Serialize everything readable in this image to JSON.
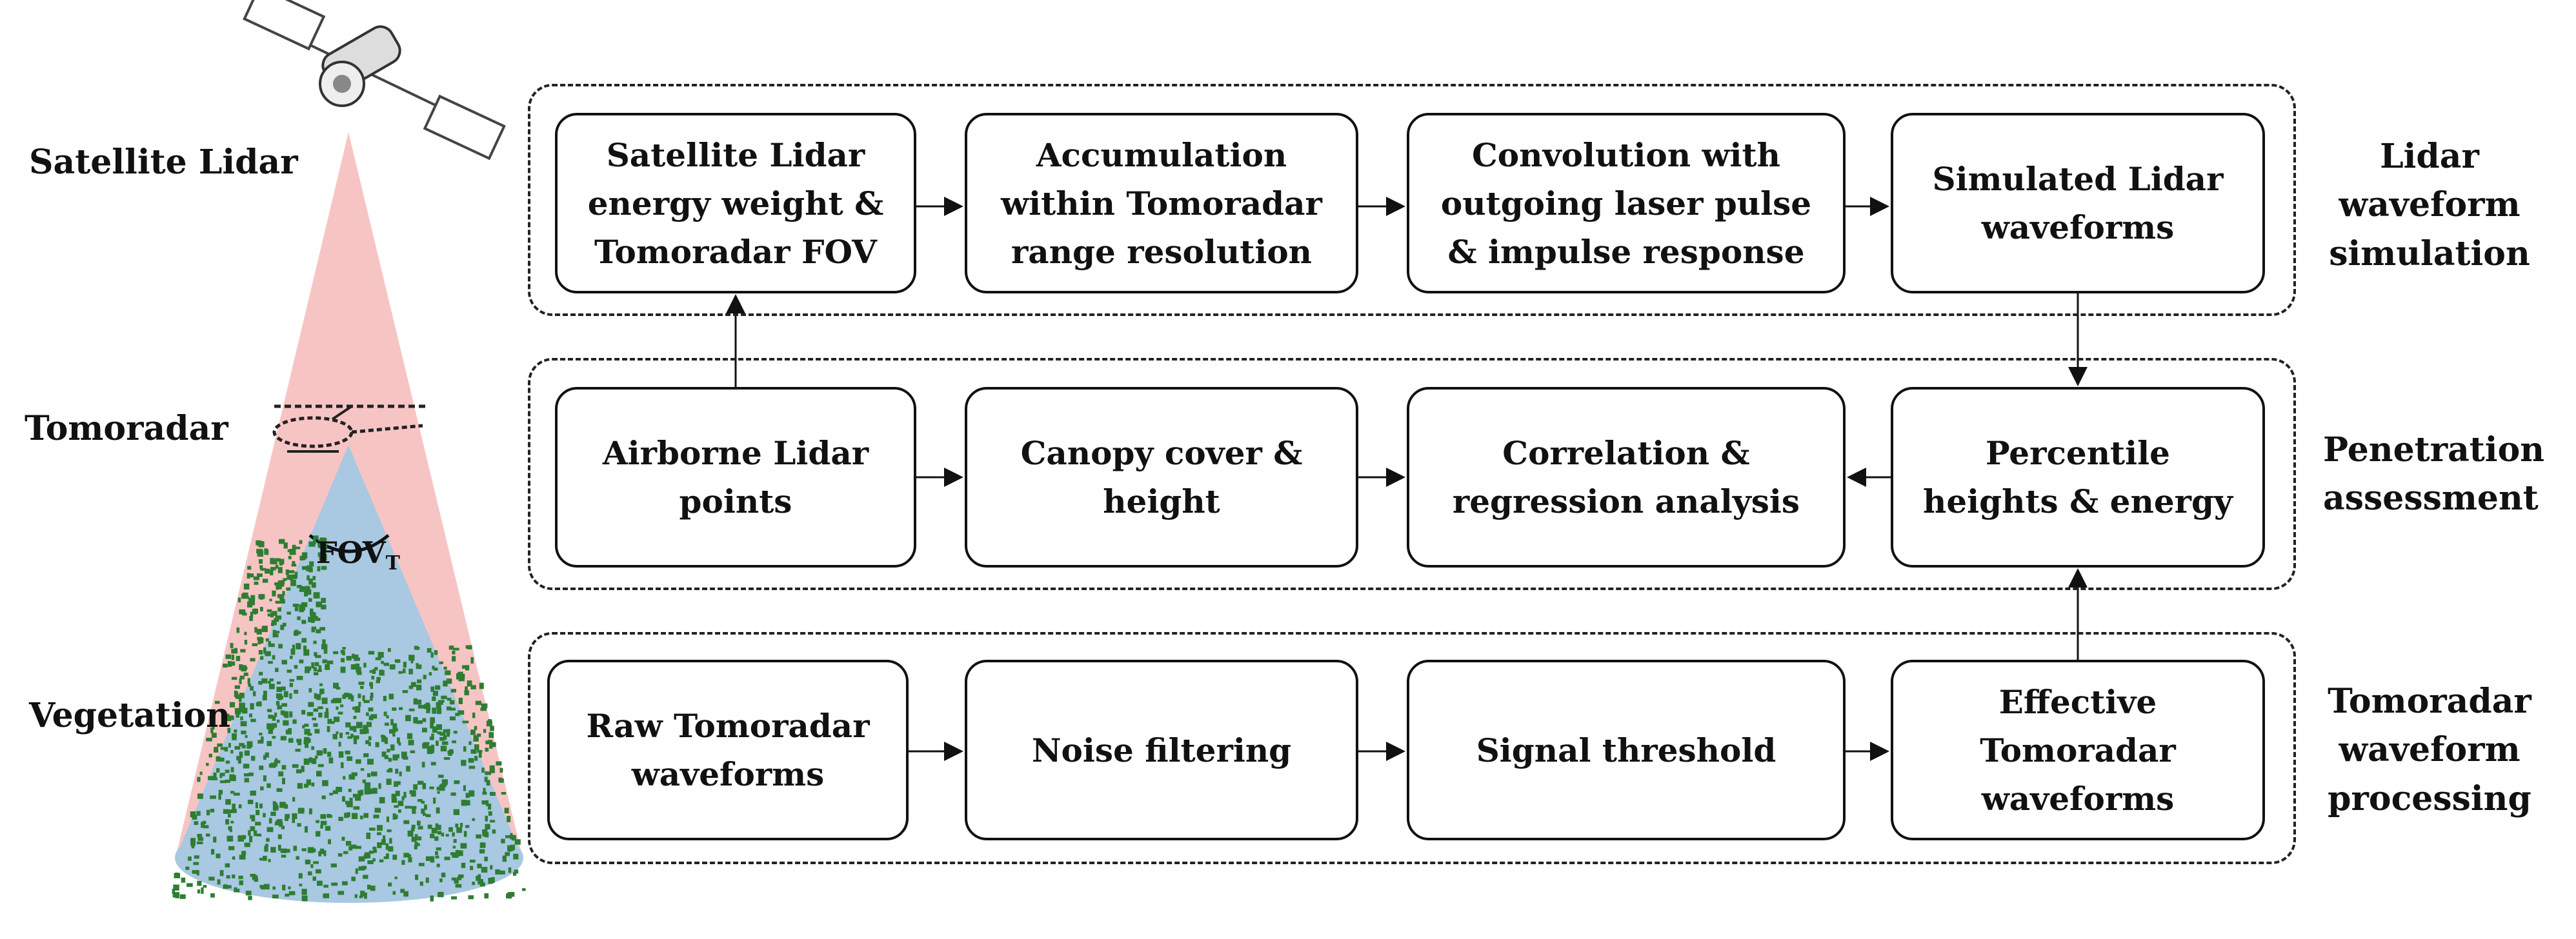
{
  "left_labels": {
    "satellite": "Satellite Lidar",
    "tomoradar": "Tomoradar",
    "vegetation": "Vegetation",
    "fov_main": "FOV",
    "fov_sub": "T"
  },
  "rows": [
    {
      "label_lines": [
        "Lidar",
        "waveform",
        "simulation"
      ],
      "boxes": [
        {
          "lines": [
            "Satellite Lidar",
            "energy weight &",
            "Tomoradar FOV"
          ]
        },
        {
          "lines": [
            "Accumulation",
            "within Tomoradar",
            "range resolution"
          ]
        },
        {
          "lines": [
            "Convolution with",
            "outgoing laser pulse",
            "& impulse response"
          ]
        },
        {
          "lines": [
            "Simulated Lidar",
            "waveforms"
          ]
        }
      ]
    },
    {
      "label_lines": [
        "Penetration",
        "assessment"
      ],
      "boxes": [
        {
          "lines": [
            "Airborne Lidar",
            "points"
          ]
        },
        {
          "lines": [
            "Canopy cover &",
            "height"
          ]
        },
        {
          "lines": [
            "Correlation &",
            "regression analysis"
          ]
        },
        {
          "lines": [
            "Percentile",
            "heights & energy"
          ]
        }
      ]
    },
    {
      "label_lines": [
        "Tomoradar",
        "waveform",
        "processing"
      ],
      "boxes": [
        {
          "lines": [
            "Raw Tomoradar",
            "waveforms"
          ]
        },
        {
          "lines": [
            "Noise filtering"
          ]
        },
        {
          "lines": [
            "Signal threshold"
          ]
        },
        {
          "lines": [
            "Effective",
            "Tomoradar",
            "waveforms"
          ]
        }
      ]
    }
  ],
  "colors": {
    "lidar_beam": "#f7c4c4",
    "radar_beam": "#a9c8e2",
    "vegetation": "#2e7d32",
    "stroke": "#111111"
  },
  "icons": [
    "satellite-icon",
    "helicopter-icon",
    "vegetation-point-cloud"
  ]
}
